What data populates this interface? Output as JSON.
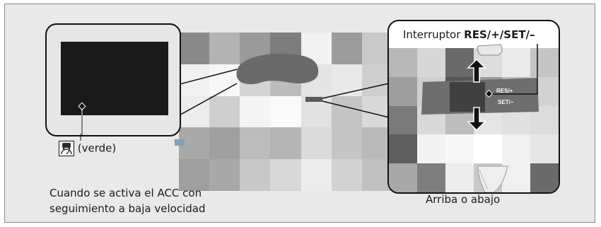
{
  "switch_label": {
    "prefix": "Interruptor ",
    "bold": "RES/+/SET/–"
  },
  "button_labels": {
    "res": "RES/+",
    "set": "SET/−"
  },
  "indicator": {
    "icon": "acc-low-speed-follow-icon",
    "color_text": "(verde)",
    "color": "#2e9e3e"
  },
  "caption_left": [
    "Cuando se activa el ACC con",
    "seguimiento a baja velocidad"
  ],
  "caption_right": "Arriba o abajo"
}
